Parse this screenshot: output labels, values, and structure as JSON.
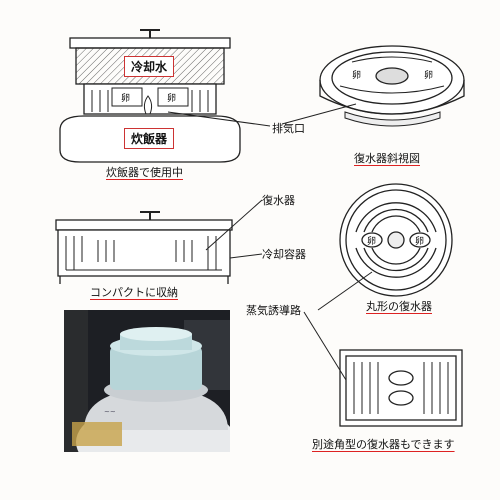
{
  "labels": {
    "cooling_water": "冷却水",
    "rice_cooker": "炊飯器",
    "exhaust_port": "排気口",
    "caption_in_use": "炊飯器で使用中",
    "caption_perspective": "復水器斜視図",
    "condenser": "復水器",
    "cooling_container": "冷却容器",
    "caption_compact": "コンパクトに収納",
    "steam_duct": "蒸気誘導路",
    "caption_round": "丸形の復水器",
    "caption_square": "別途角型の復水器もできます",
    "egg": "卵"
  }
}
